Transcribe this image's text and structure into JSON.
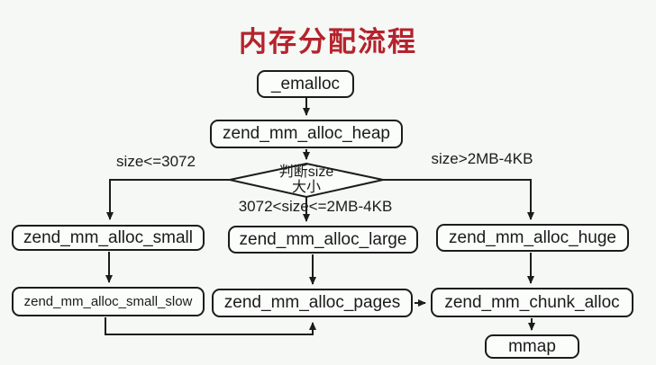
{
  "title": "内存分配流程",
  "colors": {
    "title": "#b5232d",
    "line": "#1c1c1c",
    "background": "#f5f8f5",
    "node_fill": "#fbfdfb"
  },
  "diagram": {
    "type": "flowchart",
    "nodes": {
      "emalloc": "_emalloc",
      "alloc_heap": "zend_mm_alloc_heap",
      "decision_line1": "判断size",
      "decision_line2": "大小",
      "alloc_small": "zend_mm_alloc_small",
      "alloc_large": "zend_mm_alloc_large",
      "alloc_huge": "zend_mm_alloc_huge",
      "alloc_small_slow": "zend_mm_alloc_small_slow",
      "alloc_pages": "zend_mm_alloc_pages",
      "chunk_alloc": "zend_mm_chunk_alloc",
      "mmap": "mmap"
    },
    "edge_labels": {
      "small_condition": "size<=3072",
      "large_condition": "3072<size<=2MB-4KB",
      "huge_condition": "size>2MB-4KB"
    },
    "edges": [
      {
        "from": "_emalloc",
        "to": "zend_mm_alloc_heap",
        "label": ""
      },
      {
        "from": "zend_mm_alloc_heap",
        "to": "判断size大小",
        "label": ""
      },
      {
        "from": "判断size大小",
        "to": "zend_mm_alloc_small",
        "label": "size<=3072"
      },
      {
        "from": "判断size大小",
        "to": "zend_mm_alloc_large",
        "label": "3072<size<=2MB-4KB"
      },
      {
        "from": "判断size大小",
        "to": "zend_mm_alloc_huge",
        "label": "size>2MB-4KB"
      },
      {
        "from": "zend_mm_alloc_small",
        "to": "zend_mm_alloc_small_slow",
        "label": ""
      },
      {
        "from": "zend_mm_alloc_large",
        "to": "zend_mm_alloc_pages",
        "label": ""
      },
      {
        "from": "zend_mm_alloc_small_slow",
        "to": "zend_mm_alloc_pages",
        "label": ""
      },
      {
        "from": "zend_mm_alloc_pages",
        "to": "zend_mm_chunk_alloc",
        "label": ""
      },
      {
        "from": "zend_mm_alloc_huge",
        "to": "zend_mm_chunk_alloc",
        "label": ""
      },
      {
        "from": "zend_mm_chunk_alloc",
        "to": "mmap",
        "label": ""
      }
    ]
  }
}
